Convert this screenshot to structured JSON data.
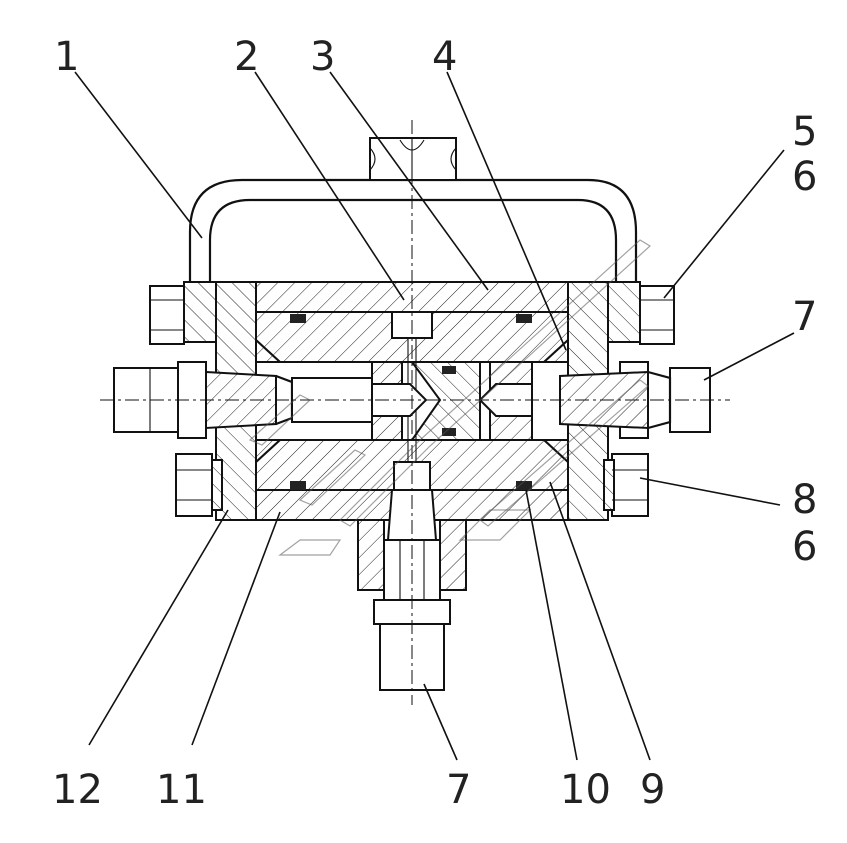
{
  "diagram": {
    "callouts": [
      {
        "id": "c1",
        "text": "1"
      },
      {
        "id": "c2",
        "text": "2"
      },
      {
        "id": "c3",
        "text": "3"
      },
      {
        "id": "c4",
        "text": "4"
      },
      {
        "id": "c5",
        "text": "5"
      },
      {
        "id": "c6a",
        "text": "6"
      },
      {
        "id": "c7a",
        "text": "7"
      },
      {
        "id": "c8",
        "text": "8"
      },
      {
        "id": "c6b",
        "text": "6"
      },
      {
        "id": "c12",
        "text": "12"
      },
      {
        "id": "c11",
        "text": "11"
      },
      {
        "id": "c7b",
        "text": "7"
      },
      {
        "id": "c10",
        "text": "10"
      },
      {
        "id": "c9",
        "text": "9"
      }
    ]
  }
}
